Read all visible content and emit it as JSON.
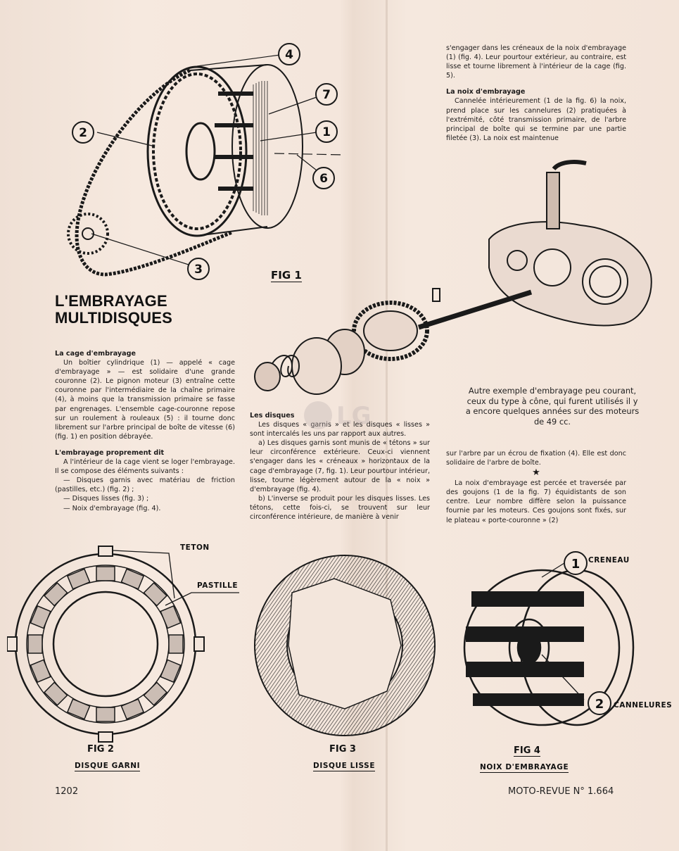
{
  "title": {
    "line1": "L'EMBRAYAGE",
    "line2": "MULTIDISQUES"
  },
  "col1": {
    "h1": "La cage d'embrayage",
    "p1": "Un boîtier cylindrique (1) — appelé « cage d'embrayage » — est solidaire d'une grande couronne (2). Le pignon moteur (3) entraîne cette couronne par l'intermédiaire de la chaîne primaire (4), à moins que la transmission primaire se fasse par engrenages. L'ensemble cage-couronne repose sur un roulement à rouleaux (5) : il tourne donc librement sur l'arbre principal de boîte de vitesse (6) (fig. 1) en position débrayée.",
    "h2": "L'embrayage proprement dit",
    "p2": "A l'intérieur de la cage vient se loger l'embrayage. Il se compose des éléments suivants :",
    "li1": "— Disques garnis avec matériau de friction (pastilles, etc.) (fig. 2) ;",
    "li2": "— Disques lisses (fig. 3) ;",
    "li3": "— Noix d'embrayage (fig. 4)."
  },
  "col2": {
    "h1": "Les disques",
    "p1": "Les disques « garnis » et les disques « lisses » sont intercalés les uns par rapport aux autres.",
    "p2": "a) Les disques garnis sont munis de « tétons » sur leur circonférence extérieure. Ceux-ci viennent s'engager dans les « créneaux » horizontaux de la cage d'embrayage (7, fig. 1). Leur pourtour intérieur, lisse, tourne légèrement autour de la « noix » d'embrayage (fig. 4).",
    "p3": "b) L'inverse se produit pour les disques lisses. Les tétons, cette fois-ci, se trouvent sur leur circonférence intérieure, de manière à venir"
  },
  "col3top": {
    "p1": "s'engager dans les créneaux de la noix d'embrayage (1) (fig. 4). Leur pourtour extérieur, au contraire, est lisse et tourne librement à l'intérieur de la cage (fig. 5).",
    "h1": "La noix d'embrayage",
    "p2": "Cannelée intérieurement (1 de la fig. 6) la noix, prend place sur les cannelures (2) pratiquées à l'extrémité, côté transmission primaire, de l'arbre principal de boîte qui se termine par une partie filetée (3). La noix est maintenue"
  },
  "caption": "Autre exemple d'embrayage peu courant, ceux du type à cône, qui furent utilisés il y a encore quelques années sur des moteurs de 49 cc.",
  "col3bot": {
    "p1": "sur l'arbre par un écrou de fixation (4). Elle est donc solidaire de l'arbre de boîte.",
    "star": "★",
    "p2": "La noix d'embrayage est percée et traversée par des goujons (1 de la fig. 7) équidistants de son centre. Leur nombre diffère selon la puissance fournie par les moteurs. Ces goujons sont fixés, sur le plateau « porte-couronne » (2)"
  },
  "figures": {
    "fig1": "FIG 1",
    "fig2": "FIG 2",
    "fig2_sub": "DISQUE GARNI",
    "fig3": "FIG 3",
    "fig3_sub": "DISQUE LISSE",
    "fig4": "FIG 4",
    "fig4_sub": "NOIX D'EMBRAYAGE",
    "teton": "TETON",
    "pastille": "PASTILLE",
    "creneau": "CRENEAU",
    "cannelures": "CANNELURES",
    "n1": "1",
    "n2": "2",
    "n3": "3",
    "n4": "4",
    "n6": "6",
    "n7": "7"
  },
  "footer": {
    "page": "1202",
    "magazine": "MOTO-REVUE N° 1.664"
  }
}
